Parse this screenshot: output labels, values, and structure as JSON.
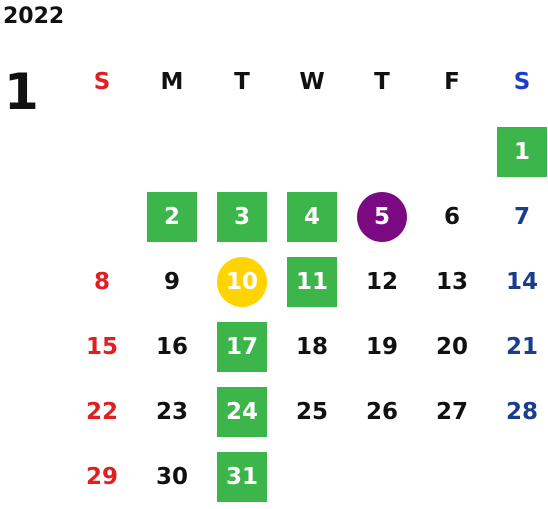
{
  "calendar": {
    "year": "2022",
    "month": "1",
    "weekdays": [
      "S",
      "M",
      "T",
      "W",
      "T",
      "F",
      "S"
    ],
    "weekday_colors": [
      "#e02020",
      "#111111",
      "#111111",
      "#111111",
      "#111111",
      "#111111",
      "#1a3ec8"
    ],
    "colors": {
      "highlight_green": "#3cb54a",
      "highlight_purple": "#7b0a82",
      "highlight_yellow": "#ffd400",
      "sunday": "#e02020",
      "saturday": "#1a3e8c",
      "weekday": "#111111"
    },
    "weeks": [
      [
        null,
        null,
        null,
        null,
        null,
        null,
        {
          "label": "1",
          "mark": "green"
        }
      ],
      [
        null,
        {
          "label": "2",
          "mark": "green"
        },
        {
          "label": "3",
          "mark": "green"
        },
        {
          "label": "4",
          "mark": "green"
        },
        {
          "label": "5",
          "mark": "purple"
        },
        {
          "label": "6",
          "mark": ""
        },
        {
          "label": "7",
          "mark": ""
        }
      ],
      [
        {
          "label": "8",
          "mark": ""
        },
        {
          "label": "9",
          "mark": ""
        },
        {
          "label": "10",
          "mark": "yellow"
        },
        {
          "label": "11",
          "mark": "green"
        },
        {
          "label": "12",
          "mark": ""
        },
        {
          "label": "13",
          "mark": ""
        },
        {
          "label": "14",
          "mark": ""
        }
      ],
      [
        {
          "label": "15",
          "mark": ""
        },
        {
          "label": "16",
          "mark": ""
        },
        {
          "label": "17",
          "mark": "green"
        },
        {
          "label": "18",
          "mark": ""
        },
        {
          "label": "19",
          "mark": ""
        },
        {
          "label": "20",
          "mark": ""
        },
        {
          "label": "21",
          "mark": ""
        }
      ],
      [
        {
          "label": "22",
          "mark": ""
        },
        {
          "label": "23",
          "mark": ""
        },
        {
          "label": "24",
          "mark": "green"
        },
        {
          "label": "25",
          "mark": ""
        },
        {
          "label": "26",
          "mark": ""
        },
        {
          "label": "27",
          "mark": ""
        },
        {
          "label": "28",
          "mark": ""
        }
      ],
      [
        {
          "label": "29",
          "mark": ""
        },
        {
          "label": "30",
          "mark": ""
        },
        {
          "label": "31",
          "mark": "green"
        },
        null,
        null,
        null,
        null
      ]
    ]
  }
}
